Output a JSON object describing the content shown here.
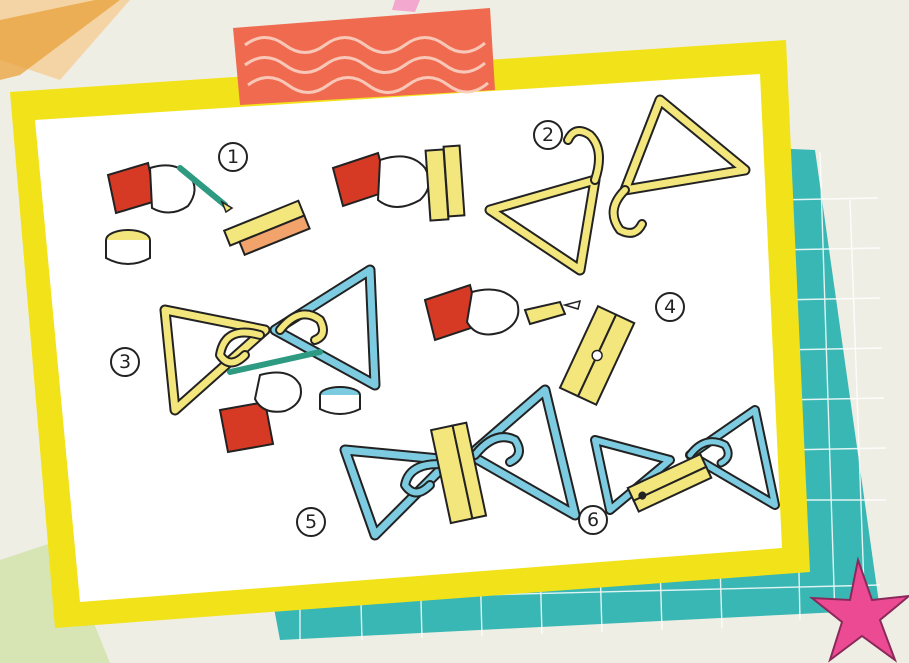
{
  "steps": [
    {
      "number": "1",
      "illustration": "paint-clothespin"
    },
    {
      "number": "2",
      "illustration": "bend-hangers"
    },
    {
      "number": "3",
      "illustration": "paint-wire-bow"
    },
    {
      "number": "4",
      "illustration": "glue-clothespin"
    },
    {
      "number": "5",
      "illustration": "assembled-bow-front"
    },
    {
      "number": "6",
      "illustration": "assembled-bow-back"
    }
  ],
  "colors": {
    "background": "#efeee5",
    "frame": "#f2e21a",
    "paper": "#ffffff",
    "teal_paper": "#38b7b4",
    "tape": "#ef6a4f",
    "yellow_wire": "#f3e67c",
    "blue_wire": "#7dcbe0",
    "sleeve": "#d63a25",
    "star": "#ec4a93"
  }
}
